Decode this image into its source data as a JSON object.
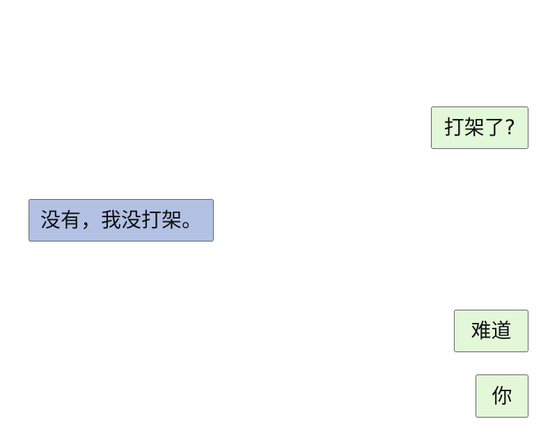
{
  "messages": [
    {
      "side": "right",
      "text": "打架了?"
    },
    {
      "side": "left",
      "text": "没有，我没打架。"
    },
    {
      "side": "right",
      "text": "难道"
    },
    {
      "side": "right",
      "text": "你"
    }
  ],
  "colors": {
    "background": "#ffffff",
    "outgoing_bubble": "#e3f7d9",
    "incoming_bubble": "#b2c1e4",
    "bubble_border": "#5e5e5e",
    "text": "#111111"
  }
}
